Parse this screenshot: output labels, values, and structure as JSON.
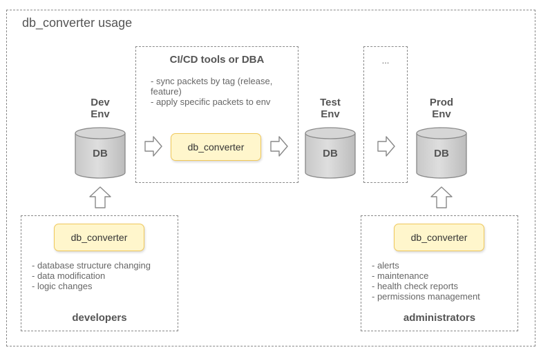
{
  "title": "db_converter usage",
  "cicd": {
    "header": "CI/CD tools or DBA",
    "notes": [
      "- sync packets by tag (release,",
      "feature)",
      "- apply specific packets to env"
    ],
    "chip": "db_converter"
  },
  "ellipsis_box": {
    "text": "..."
  },
  "environments": [
    {
      "line1": "Dev",
      "line2": "Env",
      "db": "DB"
    },
    {
      "line1": "Test",
      "line2": "Env",
      "db": "DB"
    },
    {
      "line1": "Prod",
      "line2": "Env",
      "db": "DB"
    }
  ],
  "developers": {
    "chip": "db_converter",
    "notes": [
      "- database structure changing",
      "- data modification",
      "- logic changes"
    ],
    "role": "developers"
  },
  "administrators": {
    "chip": "db_converter",
    "notes": [
      "- alerts",
      "- maintenance",
      "- health check reports",
      "- permissions management"
    ],
    "role": "administrators"
  }
}
